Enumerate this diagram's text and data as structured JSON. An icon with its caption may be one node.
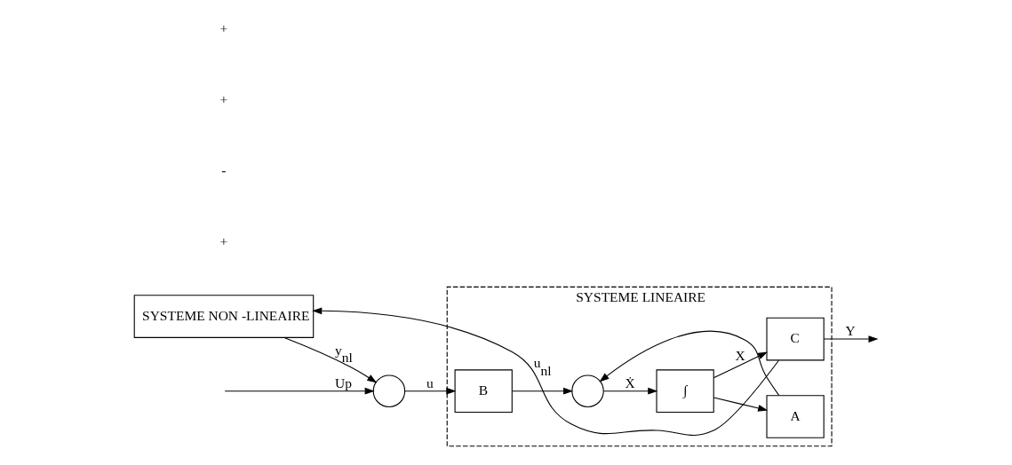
{
  "diagram": {
    "nodes": [
      {
        "text": [
          "SYSTEME LINEAIRE"
        ]
      },
      {
        "text": [],
        "shape": "circle"
      },
      {
        "text": [
          "B"
        ],
        "in": 0
      },
      {
        "text": [],
        "shape": "circle",
        "in": 0
      },
      {
        "text": [
          "∫"
        ],
        "in": 0
      },
      {
        "text": [
          "A"
        ],
        "in": 0
      },
      {
        "text": [
          "C"
        ],
        "in": 0
      },
      {
        "text": [
          "SYSTEME NON -LINEAIRE"
        ]
      }
    ],
    "edges": [
      {
        "from": null,
        "to": 1,
        "arrow": "to",
        "label": "Up"
      },
      {
        "from": 1,
        "to": 2,
        "arrow": "to",
        "label": "u"
      },
      {
        "from": 2,
        "to": 3,
        "arrow": "to"
      },
      {
        "from": 3,
        "to": 4,
        "arrow": "to",
        "label": "Ẋ"
      },
      {
        "from": 4,
        "to": 6,
        "arrow": "to",
        "label": "X"
      },
      {
        "from": 4,
        "to": 5,
        "arrow": "to"
      },
      {
        "from": 5,
        "to": 3,
        "arrow": "to"
      },
      {
        "from": 6,
        "to": null,
        "arrow": "to",
        "label": "Y"
      },
      {
        "from": 6,
        "to": 7,
        "arrow": "to",
        "label": "u$_{nl}$"
      },
      {
        "from": 7,
        "to": 1,
        "arrow": "to",
        "label": "y$_{nl}$"
      }
    ],
    "labels": [
      "+",
      "-",
      "+",
      "+"
    ]
  }
}
